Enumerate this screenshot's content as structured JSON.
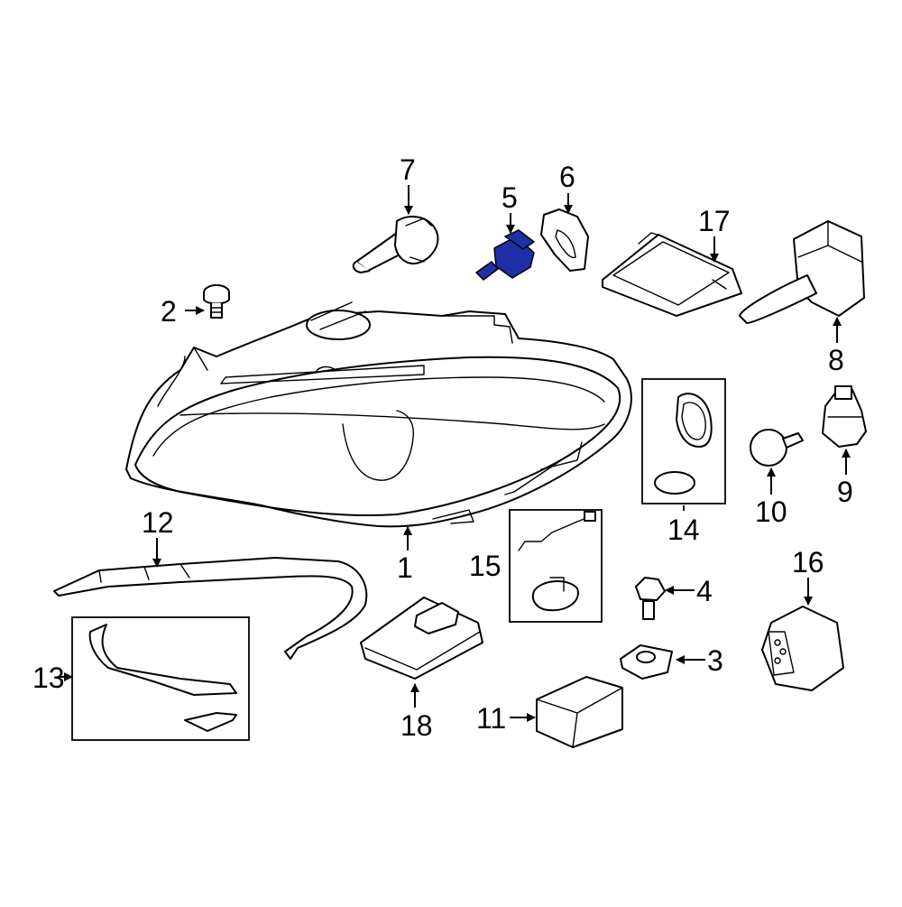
{
  "diagram": {
    "highlight_color": "#1f2fa8",
    "line_color": "#000000",
    "background_color": "#ffffff",
    "callouts": {
      "c1": "1",
      "c2": "2",
      "c3": "3",
      "c4": "4",
      "c5": "5",
      "c6": "6",
      "c7": "7",
      "c8": "8",
      "c9": "9",
      "c10": "10",
      "c11": "11",
      "c12": "12",
      "c13": "13",
      "c14": "14",
      "c15": "15",
      "c16": "16",
      "c17": "17",
      "c18": "18"
    }
  }
}
